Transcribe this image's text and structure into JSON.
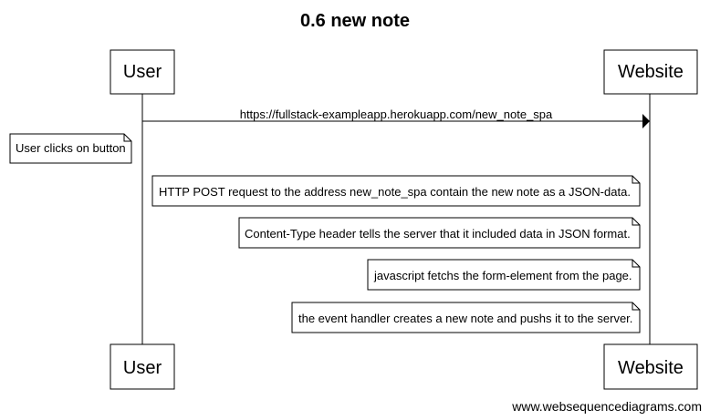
{
  "title": "0.6 new note",
  "actors": {
    "user": "User",
    "website": "Website"
  },
  "message": {
    "label": "https://fullstack-exampleapp.herokuapp.com/new_note_spa",
    "from": "user",
    "to": "website"
  },
  "notes": [
    "User clicks on button",
    "HTTP POST request to the address new_note_spa contain the new note as a JSON-data.",
    "Content-Type header tells the server that it included data in JSON format.",
    "javascript fetchs the form-element from the page.",
    "the event handler creates a new note and pushs it to the server."
  ],
  "footer": "www.websequencediagrams.com"
}
